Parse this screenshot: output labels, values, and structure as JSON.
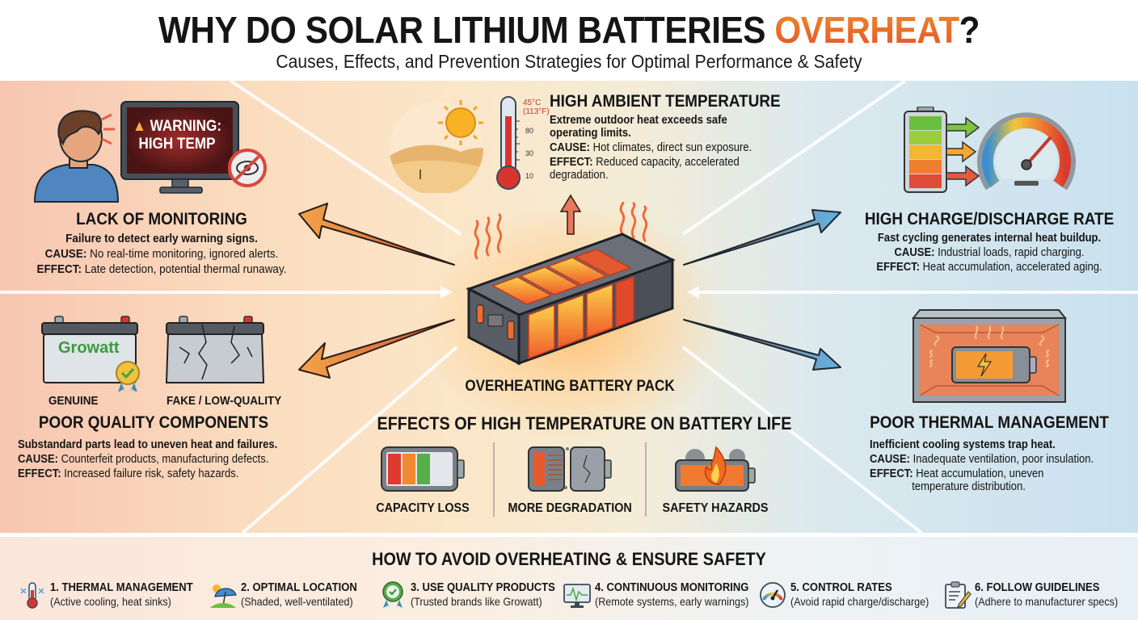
{
  "header": {
    "title_main": "WHY DO SOLAR LITHIUM BATTERIES ",
    "title_highlight": "OVERHEAT",
    "title_end": "?",
    "subtitle": "Causes, Effects, and Prevention Strategies for Optimal Performance & Safety"
  },
  "colors": {
    "highlight_start": "#f08a2b",
    "highlight_end": "#e4542a",
    "warm_bg": "#f7c6b0",
    "cool_bg": "#c9e1ef",
    "arrow_orange": "#f29a3e",
    "arrow_blue": "#5aaee0"
  },
  "center": {
    "pack_label": "OVERHEATING BATTERY PACK"
  },
  "causes": {
    "monitoring": {
      "screen_line1": "WARNING:",
      "screen_line2": "HIGH TEMP",
      "title": "LACK OF MONITORING",
      "summary": "Failure to detect early warning signs.",
      "cause_label": "CAUSE:",
      "cause_text": " No real-time monitoring, ignored alerts.",
      "effect_label": "EFFECT:",
      "effect_text": " Late detection, potential thermal runaway."
    },
    "ambient": {
      "thermo_reading_c": "45°C",
      "thermo_reading_f": "(113°F)",
      "thermo_ticks": [
        "80",
        "30",
        "10"
      ],
      "title": "HIGH AMBIENT TEMPERATURE",
      "summary_line1": "Extreme outdoor heat exceeds safe",
      "summary_line2": "operating limits.",
      "cause_label": "CAUSE:",
      "cause_text": " Hot climates, direct sun exposure.",
      "effect_label": "EFFECT:",
      "effect_text": " Reduced capacity, accelerated",
      "effect_text2": "degradation."
    },
    "rate": {
      "title": "HIGH CHARGE/DISCHARGE RATE",
      "summary": "Fast cycling generates internal heat buildup.",
      "cause_label": "CAUSE:",
      "cause_text": " Industrial loads, rapid charging.",
      "effect_label": "EFFECT:",
      "effect_text": " Heat accumulation, accelerated aging."
    },
    "quality": {
      "genuine_label": "GENUINE",
      "fake_label": "FAKE / LOW-QUALITY",
      "brand": "Growatt",
      "title": "POOR QUALITY COMPONENTS",
      "summary": "Substandard parts lead to uneven heat and failures.",
      "cause_label": "CAUSE:",
      "cause_text": " Counterfeit products, manufacturing defects.",
      "effect_label": "EFFECT:",
      "effect_text": " Increased failure risk, safety hazards."
    },
    "thermal": {
      "title": "POOR THERMAL MANAGEMENT",
      "summary": "Inefficient cooling systems trap heat.",
      "cause_label": "CAUSE:",
      "cause_text": " Inadequate ventilation, poor insulation.",
      "effect_label": "EFFECT:",
      "effect_text": " Heat accumulation, uneven",
      "effect_text2": "temperature distribution."
    }
  },
  "effects": {
    "title": "EFFECTS OF HIGH TEMPERATURE ON BATTERY LIFE",
    "items": [
      {
        "label": "CAPACITY LOSS",
        "icon": "battery-capacity-loss-icon"
      },
      {
        "label": "MORE DEGRADATION",
        "icon": "battery-degradation-icon"
      },
      {
        "label": "SAFETY HAZARDS",
        "icon": "battery-fire-icon"
      }
    ]
  },
  "prevention": {
    "title": "HOW TO AVOID OVERHEATING & ENSURE SAFETY",
    "tips": [
      {
        "title": "1. THERMAL MANAGEMENT",
        "detail": "(Active cooling, heat sinks)",
        "icon": "thermometer-cooling-icon"
      },
      {
        "title": "2. OPTIMAL LOCATION",
        "detail": "(Shaded, well-ventilated)",
        "icon": "umbrella-shade-icon"
      },
      {
        "title": "3. USE QUALITY PRODUCTS",
        "detail": "(Trusted brands like Growatt)",
        "icon": "quality-badge-icon"
      },
      {
        "title": "4. CONTINUOUS MONITORING",
        "detail": "(Remote systems, early warnings)",
        "icon": "monitor-chart-icon"
      },
      {
        "title": "5. CONTROL RATES",
        "detail": "(Avoid rapid charge/discharge)",
        "icon": "gauge-icon"
      },
      {
        "title": "6. FOLLOW GUIDELINES",
        "detail": "(Adhere to manufacturer specs)",
        "icon": "clipboard-pencil-icon"
      }
    ]
  }
}
